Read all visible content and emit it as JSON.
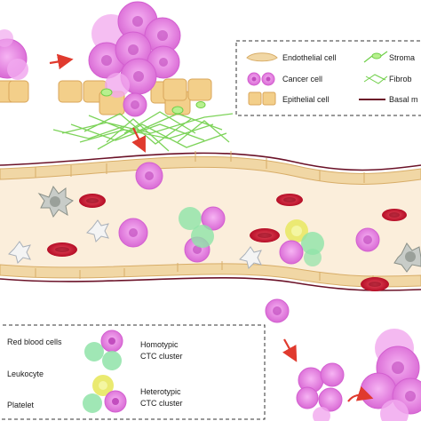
{
  "legend_top": {
    "items": [
      {
        "label": "Endothelial cell",
        "icon": "endothelial-cell-icon"
      },
      {
        "label": "Stroma",
        "icon": "stromal-cell-icon"
      },
      {
        "label": "Cancer cell",
        "icon": "cancer-cell-icon"
      },
      {
        "label": "Fibrob",
        "icon": "fibroblast-icon"
      },
      {
        "label": "Epithelial cell",
        "icon": "epithelial-cell-icon"
      },
      {
        "label": "Basal m",
        "icon": "basal-membrane-icon"
      }
    ]
  },
  "legend_bottom": {
    "items": [
      {
        "label": "Red blood cells"
      },
      {
        "label": "Leukocyte"
      },
      {
        "label": "Platelet"
      },
      {
        "label": "Homotypic",
        "label2": "CTC cluster"
      },
      {
        "label": "Heterotypic",
        "label2": "CTC cluster"
      }
    ]
  },
  "colors": {
    "cancer": "#e27fde",
    "cancer_dark": "#c24dbf",
    "epithelial": "#f3cf8a",
    "endothelial": "#f1d7a5",
    "vessel": "#fbeedb",
    "rbc": "#c8102e",
    "stroma": "#7ed957",
    "platelet": "#e8e860",
    "leukocyte_cluster": "#8fe3a8",
    "basal": "#6b1228",
    "arrow": "#e03a2e"
  }
}
